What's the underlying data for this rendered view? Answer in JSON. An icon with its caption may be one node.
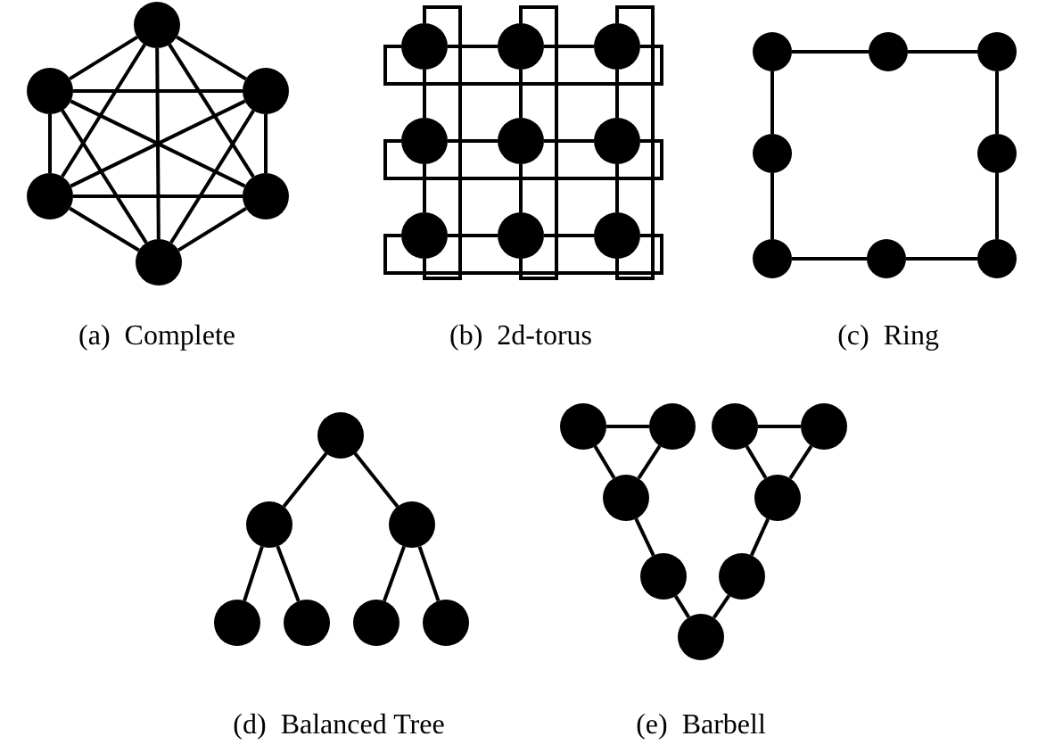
{
  "diagram": {
    "nodes": [
      {
        "text": [],
        "shape": "circle"
      },
      {
        "text": [],
        "shape": "circle"
      },
      {
        "text": [],
        "shape": "circle"
      },
      {
        "text": [],
        "shape": "circle"
      },
      {
        "text": [],
        "shape": "circle"
      },
      {
        "text": [],
        "shape": "circle"
      },
      {
        "text": [],
        "shape": "circle"
      },
      {
        "text": [],
        "shape": "circle"
      },
      {
        "text": [],
        "shape": "circle"
      },
      {
        "text": [],
        "shape": "circle"
      },
      {
        "text": [],
        "shape": "circle"
      },
      {
        "text": [],
        "shape": "circle"
      },
      {
        "text": [],
        "shape": "circle"
      },
      {
        "text": [],
        "shape": "circle"
      },
      {
        "text": [],
        "shape": "circle"
      },
      {
        "text": [],
        "shape": "circle"
      },
      {
        "text": [],
        "shape": "circle"
      },
      {
        "text": [],
        "shape": "circle"
      },
      {
        "text": [],
        "shape": "circle"
      },
      {
        "text": [],
        "shape": "circle"
      },
      {
        "text": [],
        "shape": "circle"
      },
      {
        "text": [],
        "shape": "circle"
      },
      {
        "text": [],
        "shape": "circle"
      },
      {
        "text": [],
        "shape": "circle"
      },
      {
        "text": [],
        "shape": "circle"
      },
      {
        "text": [],
        "shape": "circle"
      },
      {
        "text": [],
        "shape": "circle"
      },
      {
        "text": [],
        "shape": "circle"
      },
      {
        "text": [],
        "shape": "circle"
      },
      {
        "text": [],
        "shape": "circle"
      },
      {
        "text": [],
        "shape": "circle"
      },
      {
        "text": [],
        "shape": "circle"
      },
      {
        "text": [],
        "shape": "circle"
      },
      {
        "text": [],
        "shape": "circle"
      },
      {
        "text": [],
        "shape": "circle"
      },
      {
        "text": [],
        "shape": "circle"
      },
      {
        "text": [],
        "shape": "circle"
      },
      {
        "text": [],
        "shape": "circle"
      },
      {
        "text": [],
        "shape": "circle"
      }
    ],
    "edges": [
      {
        "from": 0,
        "to": 1,
        "arrow": "none"
      },
      {
        "from": 0,
        "to": 2,
        "arrow": "none"
      },
      {
        "from": 0,
        "to": 3,
        "arrow": "none"
      },
      {
        "from": 0,
        "to": 4,
        "arrow": "none"
      },
      {
        "from": 0,
        "to": 5,
        "arrow": "none"
      },
      {
        "from": 1,
        "to": 2,
        "arrow": "none"
      },
      {
        "from": 1,
        "to": 3,
        "arrow": "none"
      },
      {
        "from": 1,
        "to": 4,
        "arrow": "none"
      },
      {
        "from": 1,
        "to": 5,
        "arrow": "none"
      },
      {
        "from": 2,
        "to": 3,
        "arrow": "none"
      },
      {
        "from": 2,
        "to": 4,
        "arrow": "none"
      },
      {
        "from": 2,
        "to": 5,
        "arrow": "none"
      },
      {
        "from": 3,
        "to": 4,
        "arrow": "none"
      },
      {
        "from": 3,
        "to": 5,
        "arrow": "none"
      },
      {
        "from": 4,
        "to": 5,
        "arrow": "none"
      },
      {
        "from": 6,
        "to": 7,
        "arrow": "none"
      },
      {
        "from": 7,
        "to": 8,
        "arrow": "none"
      },
      {
        "from": 8,
        "to": 6,
        "arrow": "none"
      },
      {
        "from": 9,
        "to": 10,
        "arrow": "none"
      },
      {
        "from": 10,
        "to": 11,
        "arrow": "none"
      },
      {
        "from": 11,
        "to": 9,
        "arrow": "none"
      },
      {
        "from": 12,
        "to": 13,
        "arrow": "none"
      },
      {
        "from": 13,
        "to": 14,
        "arrow": "none"
      },
      {
        "from": 14,
        "to": 12,
        "arrow": "none"
      },
      {
        "from": 6,
        "to": 9,
        "arrow": "none"
      },
      {
        "from": 9,
        "to": 12,
        "arrow": "none"
      },
      {
        "from": 12,
        "to": 6,
        "arrow": "none"
      },
      {
        "from": 7,
        "to": 10,
        "arrow": "none"
      },
      {
        "from": 10,
        "to": 13,
        "arrow": "none"
      },
      {
        "from": 13,
        "to": 7,
        "arrow": "none"
      },
      {
        "from": 8,
        "to": 11,
        "arrow": "none"
      },
      {
        "from": 11,
        "to": 14,
        "arrow": "none"
      },
      {
        "from": 14,
        "to": 8,
        "arrow": "none"
      },
      {
        "from": 15,
        "to": 16,
        "arrow": "none"
      },
      {
        "from": 16,
        "to": 17,
        "arrow": "none"
      },
      {
        "from": 17,
        "to": 19,
        "arrow": "none"
      },
      {
        "from": 19,
        "to": 22,
        "arrow": "none"
      },
      {
        "from": 22,
        "to": 21,
        "arrow": "none"
      },
      {
        "from": 21,
        "to": 20,
        "arrow": "none"
      },
      {
        "from": 20,
        "to": 18,
        "arrow": "none"
      },
      {
        "from": 18,
        "to": 15,
        "arrow": "none"
      },
      {
        "from": 23,
        "to": 24,
        "arrow": "none"
      },
      {
        "from": 23,
        "to": 25,
        "arrow": "none"
      },
      {
        "from": 24,
        "to": 26,
        "arrow": "none"
      },
      {
        "from": 24,
        "to": 27,
        "arrow": "none"
      },
      {
        "from": 25,
        "to": 28,
        "arrow": "none"
      },
      {
        "from": 25,
        "to": 29,
        "arrow": "none"
      },
      {
        "from": 30,
        "to": 31,
        "arrow": "none"
      },
      {
        "from": 30,
        "to": 34,
        "arrow": "none"
      },
      {
        "from": 31,
        "to": 34,
        "arrow": "none"
      },
      {
        "from": 32,
        "to": 33,
        "arrow": "none"
      },
      {
        "from": 32,
        "to": 35,
        "arrow": "none"
      },
      {
        "from": 33,
        "to": 35,
        "arrow": "none"
      },
      {
        "from": 34,
        "to": 36,
        "arrow": "none"
      },
      {
        "from": 36,
        "to": 38,
        "arrow": "none"
      },
      {
        "from": 38,
        "to": 37,
        "arrow": "none"
      },
      {
        "from": 37,
        "to": 35,
        "arrow": "none"
      }
    ],
    "labels": [
      "(a)  Complete",
      "(b)  2d-torus",
      "(c)  Ring",
      "(d)  Balanced Tree",
      "(e)  Barbell"
    ]
  }
}
